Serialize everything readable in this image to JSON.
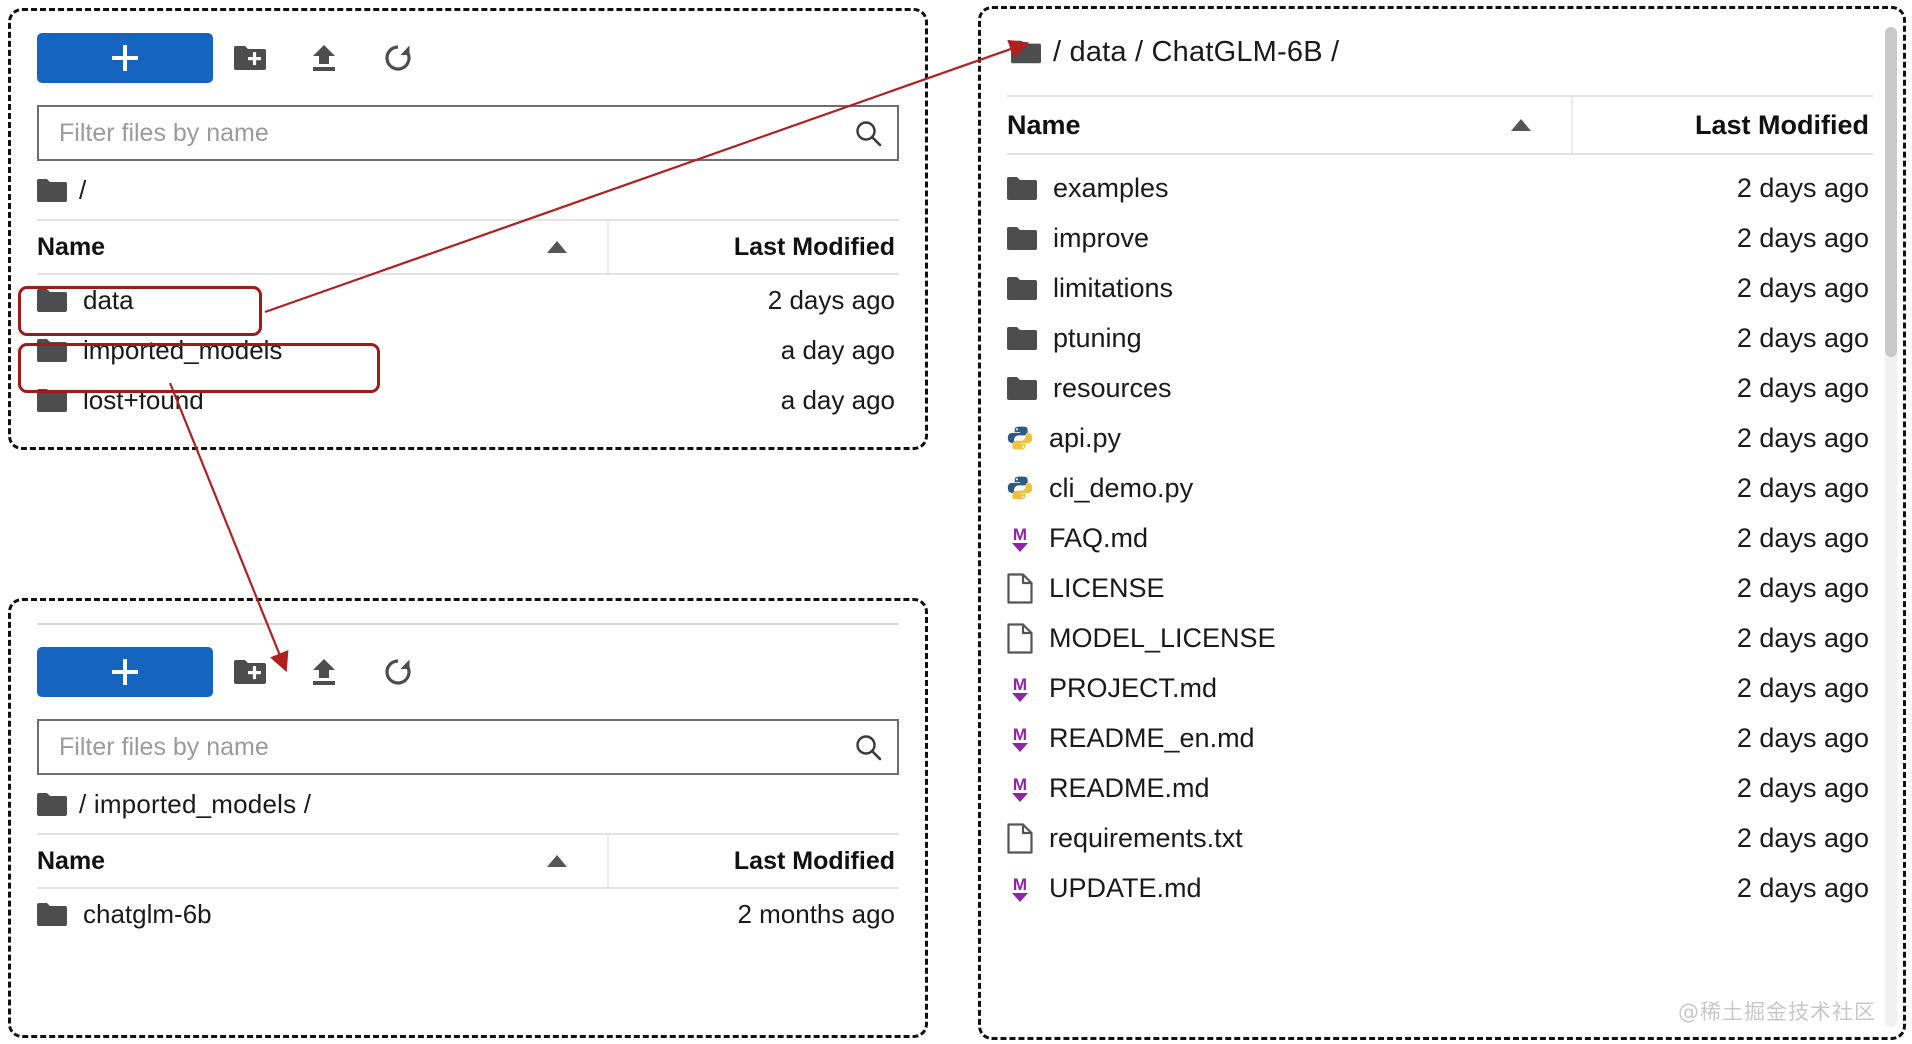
{
  "colors": {
    "primary_button": "#1565C0",
    "annotation_red": "#9e1b1b",
    "folder_icon": "#4d4d4d",
    "markdown_icon": "#8e24aa",
    "python_blue": "#2b5b84",
    "python_yellow": "#f0c040"
  },
  "toolbar": {
    "new_label": "+",
    "new_folder_icon": "new-folder-icon",
    "upload_icon": "upload-icon",
    "refresh_icon": "refresh-icon"
  },
  "filter": {
    "placeholder": "Filter files by name",
    "value": "",
    "search_icon": "search-icon"
  },
  "table": {
    "col_name": "Name",
    "col_modified": "Last Modified",
    "sort_caret": "sort-ascending-caret"
  },
  "panel_root": {
    "breadcrumb": "/",
    "rows": [
      {
        "name": "data",
        "modified": "2 days ago",
        "icon": "folder"
      },
      {
        "name": "imported_models",
        "modified": "a day ago",
        "icon": "folder"
      },
      {
        "name": "lost+found",
        "modified": "a day ago",
        "icon": "folder"
      }
    ]
  },
  "panel_imported": {
    "breadcrumb": "/ imported_models /",
    "rows": [
      {
        "name": "chatglm-6b",
        "modified": "2 months ago",
        "icon": "folder"
      }
    ]
  },
  "panel_right": {
    "breadcrumb": "/ data / ChatGLM-6B /",
    "rows": [
      {
        "name": "examples",
        "modified": "2 days ago",
        "icon": "folder"
      },
      {
        "name": "improve",
        "modified": "2 days ago",
        "icon": "folder"
      },
      {
        "name": "limitations",
        "modified": "2 days ago",
        "icon": "folder"
      },
      {
        "name": "ptuning",
        "modified": "2 days ago",
        "icon": "folder"
      },
      {
        "name": "resources",
        "modified": "2 days ago",
        "icon": "folder"
      },
      {
        "name": "api.py",
        "modified": "2 days ago",
        "icon": "python"
      },
      {
        "name": "cli_demo.py",
        "modified": "2 days ago",
        "icon": "python"
      },
      {
        "name": "FAQ.md",
        "modified": "2 days ago",
        "icon": "markdown"
      },
      {
        "name": "LICENSE",
        "modified": "2 days ago",
        "icon": "file"
      },
      {
        "name": "MODEL_LICENSE",
        "modified": "2 days ago",
        "icon": "file"
      },
      {
        "name": "PROJECT.md",
        "modified": "2 days ago",
        "icon": "markdown"
      },
      {
        "name": "README_en.md",
        "modified": "2 days ago",
        "icon": "markdown"
      },
      {
        "name": "README.md",
        "modified": "2 days ago",
        "icon": "markdown"
      },
      {
        "name": "requirements.txt",
        "modified": "2 days ago",
        "icon": "file"
      },
      {
        "name": "UPDATE.md",
        "modified": "2 days ago",
        "icon": "markdown"
      }
    ]
  },
  "annotations": {
    "highlight_data": "data",
    "highlight_imported_models": "imported_models",
    "arrow_1": "data-to-chatglm-breadcrumb",
    "arrow_2": "imported-models-to-filter"
  },
  "watermark": "@稀土掘金技术社区"
}
